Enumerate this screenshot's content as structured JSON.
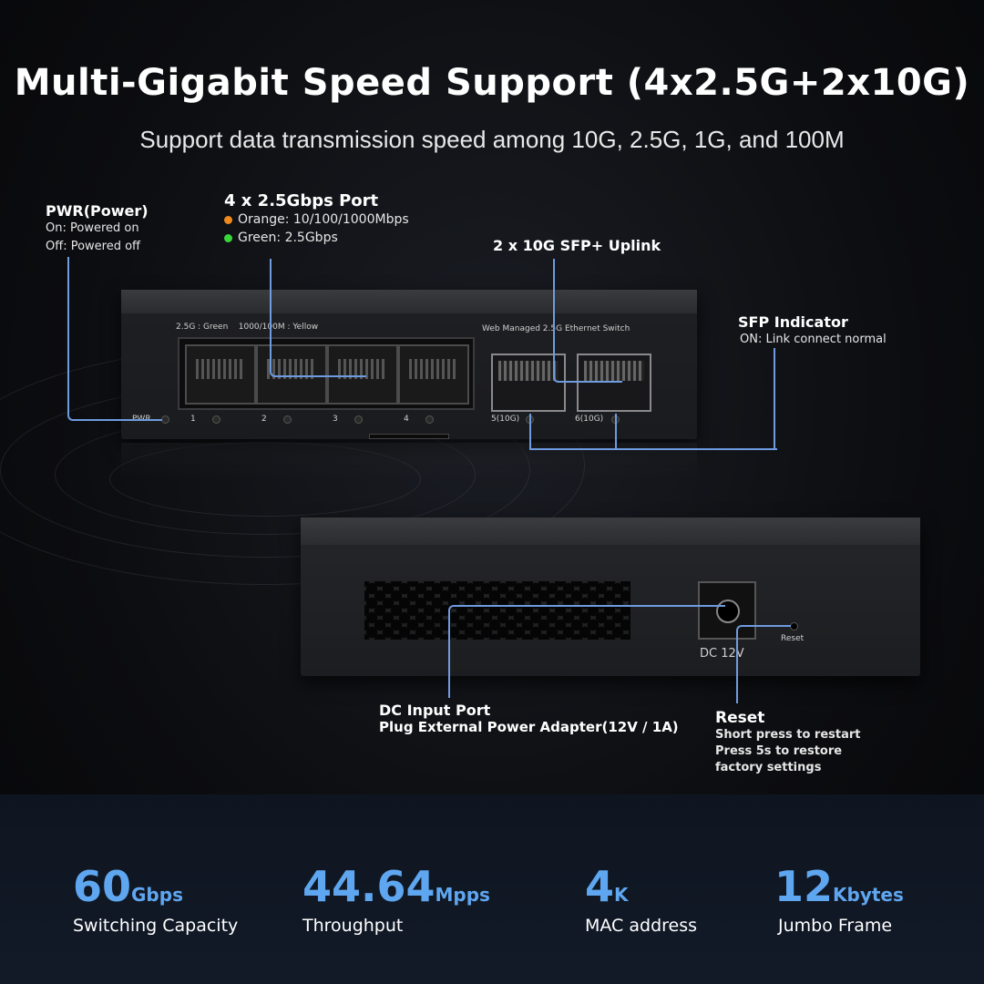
{
  "header": {
    "title": "Multi-Gigabit Speed Support (4x2.5G+2x10G)",
    "subtitle": "Support data transmission speed among 10G, 2.5G, 1G, and 100M"
  },
  "pwr": {
    "heading": "PWR(Power)",
    "line1": "On: Powered on",
    "line2": "Off: Powered off"
  },
  "rj45": {
    "heading": "4 x 2.5Gbps Port",
    "orange": "Orange: 10/100/1000Mbps",
    "green": "Green: 2.5Gbps",
    "orange_color": "#f08a1c",
    "green_color": "#39d63a"
  },
  "sfp_uplink": {
    "heading": "2 x 10G SFP+ Uplink"
  },
  "sfp_indicator": {
    "heading": "SFP Indicator",
    "line1": "ON: Link connect normal"
  },
  "front_panel": {
    "legend": "2.5G : Green    1000/100M : Yellow",
    "model": "Web Managed 2.5G Ethernet Switch",
    "pwr": "PWR",
    "port1": "1",
    "port2": "2",
    "port3": "3",
    "port4": "4",
    "port5": "5(10G)",
    "port6": "6(10G)"
  },
  "back_panel": {
    "dc_label": "DC 12V",
    "reset_label": "Reset"
  },
  "dc_input": {
    "heading": "DC Input Port",
    "line1": "Plug External Power Adapter(12V / 1A)"
  },
  "reset": {
    "heading": "Reset",
    "line1": "Short press to restart",
    "line2": "Press 5s to restore",
    "line3": "factory settings"
  },
  "stats": [
    {
      "value": "60",
      "unit": "Gbps",
      "label": "Switching Capacity"
    },
    {
      "value": "44.64",
      "unit": "Mpps",
      "label": "Throughput"
    },
    {
      "value": "4",
      "unit": "K",
      "label": "MAC address"
    },
    {
      "value": "12",
      "unit": "Kbytes",
      "label": "Jumbo Frame"
    }
  ],
  "accent_color": "#5fa6f0",
  "line_color": "#6f9be0"
}
